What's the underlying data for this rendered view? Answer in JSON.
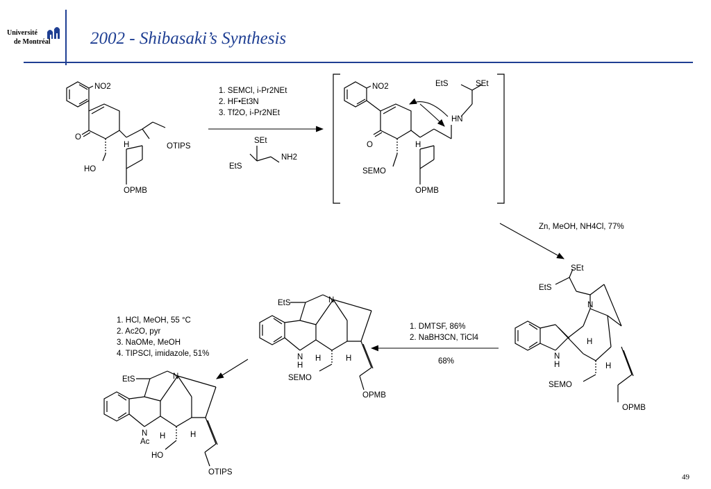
{
  "header": {
    "logo": {
      "line1": "Université",
      "line2": "de Montréal"
    },
    "title": "2002 - Shibasaki’s Synthesis"
  },
  "page_number": "49",
  "scheme": {
    "step1": {
      "conditions": [
        "1. SEMCl, i-Pr2NEt",
        "2. HF•Et3N",
        "3. Tf2O, i-Pr2NEt"
      ],
      "reagent": {
        "labels": [
          "SEt",
          "EtS",
          "NH2"
        ]
      }
    },
    "step2": {
      "conditions": "Zn, MeOH, NH4Cl, 77%"
    },
    "step3": {
      "conditions": [
        "1. DMTSF, 86%",
        "2. NaBH3CN, TiCl4"
      ],
      "yield": "68%"
    },
    "step4": {
      "conditions": [
        "1. HCl, MeOH, 55 °C",
        "2. Ac2O, pyr",
        "3. NaOMe, MeOH",
        "4. TIPSCl, imidazole, 51%"
      ]
    },
    "compound1": {
      "labels": [
        "NO2",
        "O",
        "H",
        "HO",
        "OTIPS",
        "OPMB"
      ]
    },
    "intermediate": {
      "labels": [
        "NO2",
        "EtS",
        "SEt",
        "HN",
        "O",
        "H",
        "SEMO",
        "OPMB"
      ]
    },
    "compound3": {
      "labels": [
        "SEt",
        "EtS",
        "N",
        "N",
        "H",
        "H",
        "H",
        "SEMO",
        "OPMB"
      ]
    },
    "compound4": {
      "labels": [
        "EtS",
        "N",
        "N",
        "H",
        "H",
        "H",
        "SEMO",
        "OPMB"
      ]
    },
    "compound5": {
      "labels": [
        "EtS",
        "N",
        "N",
        "Ac",
        "H",
        "H",
        "HO",
        "OTIPS"
      ]
    }
  }
}
